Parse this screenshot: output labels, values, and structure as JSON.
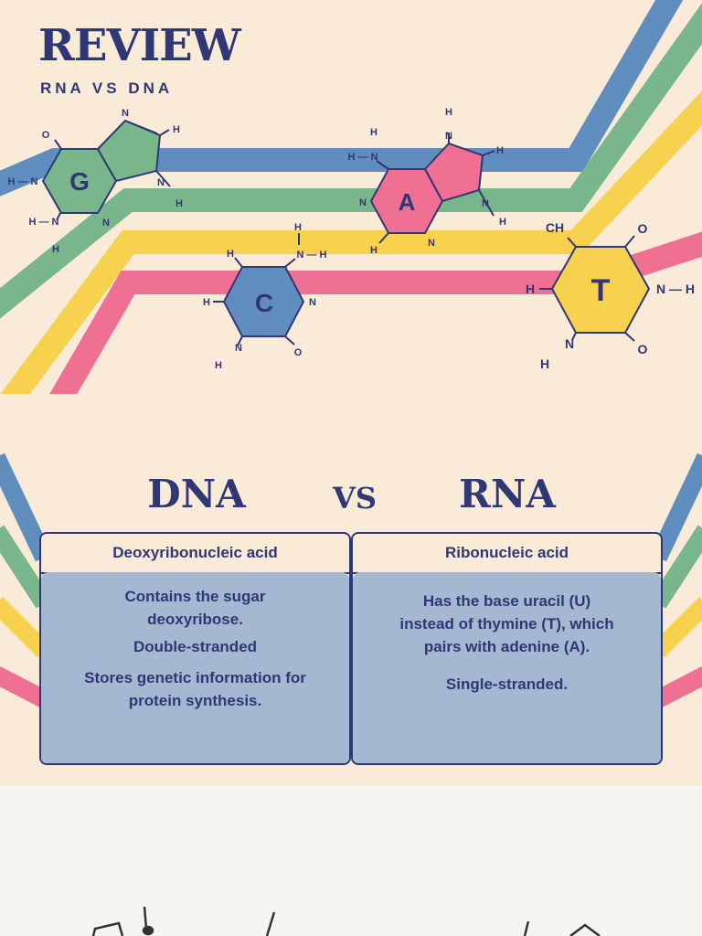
{
  "header": {
    "title": "REVIEW",
    "subtitle": "RNA VS DNA"
  },
  "molecules": {
    "guanine": {
      "letter": "G",
      "atoms": {
        "o": "O",
        "n_top": "N",
        "h_top": "H",
        "n_left": "H — N",
        "n_right": "N",
        "h_right": "H",
        "n_bottom": "N",
        "hn_bottom": "H — N",
        "h_bottom": "H"
      }
    },
    "adenine": {
      "letter": "A",
      "atoms": {
        "h_top": "H",
        "n_top": "N",
        "h_right_top": "H",
        "h_left_top": "H",
        "hn_left": "H — N",
        "n_left": "N",
        "n_right": "N",
        "h_right": "H",
        "n_bottom": "N",
        "h_bottom": "H"
      }
    },
    "cytosine": {
      "letter": "C",
      "atoms": {
        "h_top": "H",
        "nh_top": "N — H",
        "h_left_top": "H",
        "h_left": "H",
        "n_right": "N",
        "n_bottom": "N",
        "h_bottom": "H",
        "o": "O"
      }
    },
    "thymine": {
      "letter": "T",
      "atoms": {
        "ch": "CH",
        "o_top": "O",
        "h_left": "H",
        "nh_right": "N — H",
        "n_bottom": "N",
        "h_bottom": "H",
        "o_bottom": "O"
      }
    }
  },
  "comparison": {
    "left_heading": "DNA",
    "vs_label": "VS",
    "right_heading": "RNA",
    "dna": {
      "name": "Deoxyribonucleic acid",
      "facts": [
        "Contains the sugar deoxyribose.",
        "Double-stranded",
        "Stores genetic information for protein synthesis."
      ]
    },
    "rna": {
      "name": "Ribonucleic acid",
      "facts": [
        "Has the base uracil (U) instead of thymine (T), which pairs with adenine (A).",
        "Single-stranded."
      ]
    }
  },
  "colors": {
    "navy": "#2f3775",
    "cream": "#f9ebd8",
    "blue": "#5f8dbd",
    "green": "#79b68c",
    "yellow": "#f8d24e",
    "pink": "#f07093",
    "card_fill": "#a5b8d2"
  }
}
